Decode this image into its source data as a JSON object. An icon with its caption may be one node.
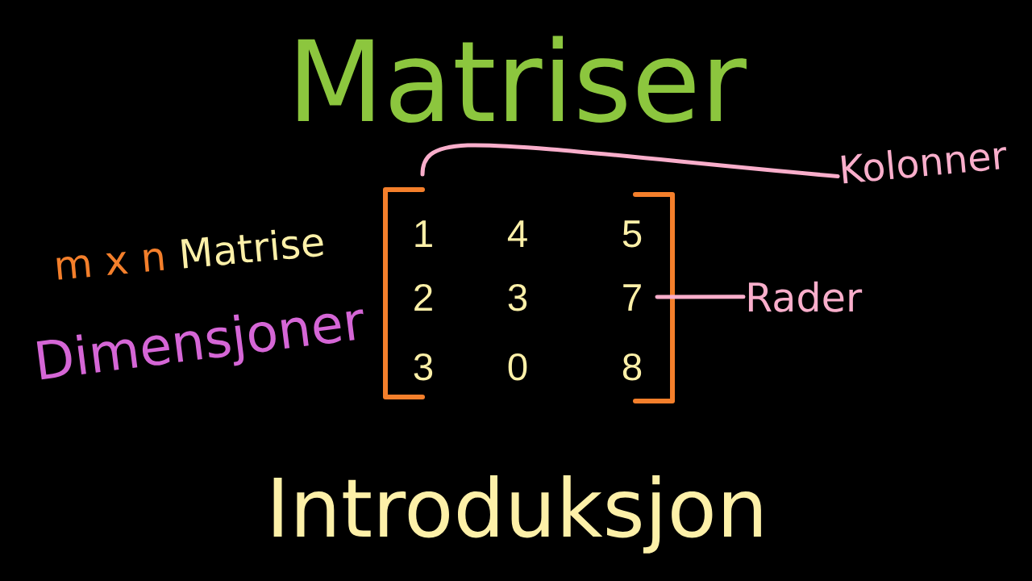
{
  "diagram": {
    "title": "Matriser",
    "caption": "Introduksjon",
    "nodes": [
      {
        "text": [
          "Kolonner"
        ]
      },
      {
        "text": [
          "Rader"
        ]
      }
    ],
    "edges": [
      {
        "from": 0,
        "to": null,
        "arrow": "none"
      },
      {
        "from": 1,
        "to": null,
        "arrow": "none"
      }
    ],
    "labels": [
      "m x n",
      "Matrise",
      "Dimensjoner",
      "1",
      "4",
      "5",
      "2",
      "3",
      "7",
      "3",
      "0",
      "8"
    ]
  }
}
